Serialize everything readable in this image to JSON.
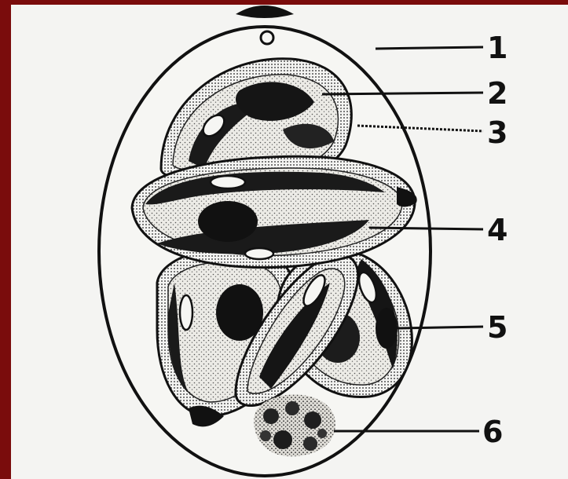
{
  "figure": {
    "colors": {
      "background_frame": "#7a0c0c",
      "panel": "#f4f4f2",
      "ink": "#111111",
      "stipple": "#555555"
    },
    "callouts": [
      {
        "label": "1"
      },
      {
        "label": "2"
      },
      {
        "label": "3"
      },
      {
        "label": "4"
      },
      {
        "label": "5"
      },
      {
        "label": "6"
      }
    ]
  }
}
